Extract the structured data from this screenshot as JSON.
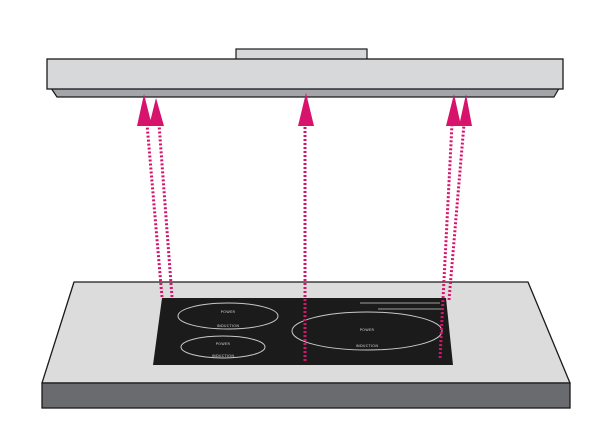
{
  "colors": {
    "hood_face": "#d7d8da",
    "hood_shade": "#a3a5a8",
    "stroke": "#1a1a1a",
    "counter_top": "#dcdcdd",
    "counter_front": "#6a6b6e",
    "cooktop_glass": "#1b1b1b",
    "burner_ring": "#c9c9c9",
    "arrow": "#d8136b"
  },
  "burners": [
    {
      "top_text": "POWER",
      "bottom_text": "INDUCTION"
    },
    {
      "top_text": "POWER",
      "bottom_text": "INDUCTION"
    },
    {
      "top_text": "POWER",
      "bottom_text": "INDUCTION"
    }
  ],
  "icons": {
    "arrows": "upward-dotted-arrow-icon"
  }
}
